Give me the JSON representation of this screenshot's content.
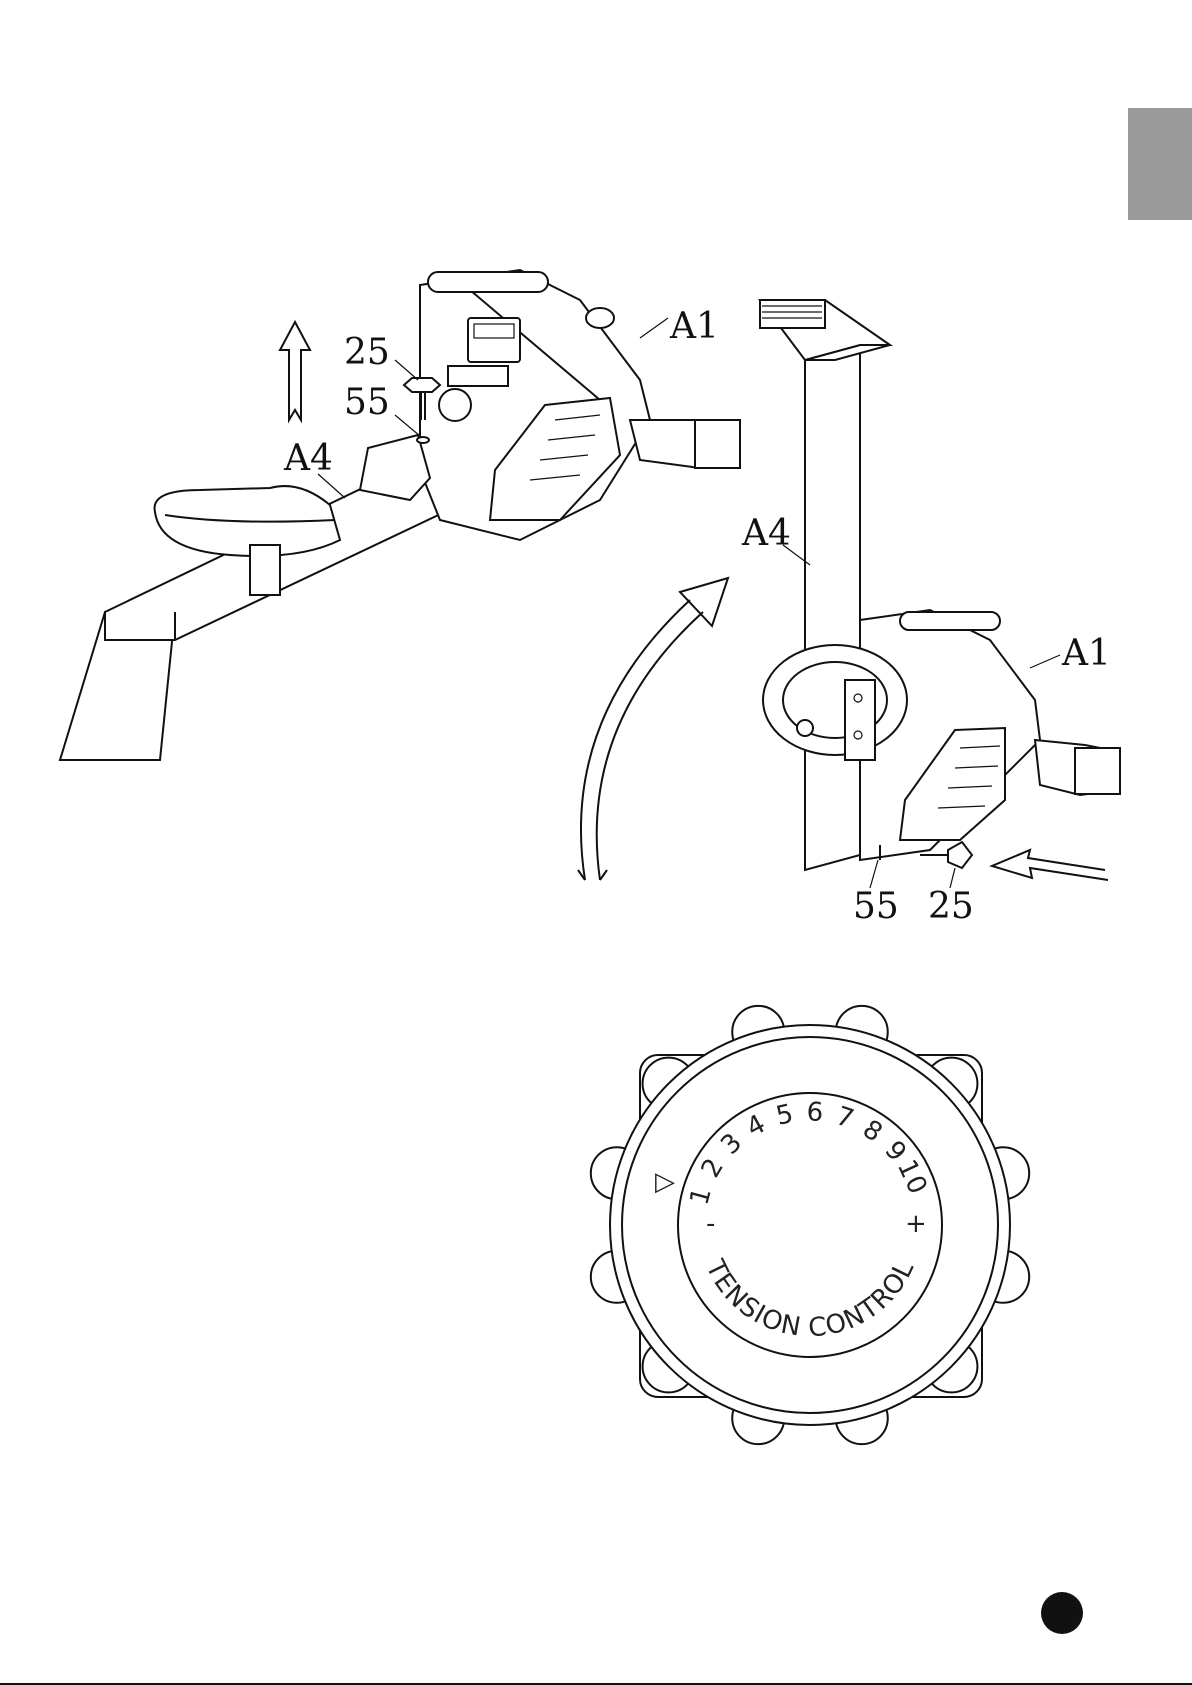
{
  "page": {
    "side_tab_color": "#9a9a9a",
    "page_badge_color": "#111111"
  },
  "step_left": {
    "labels": {
      "bolt": "25",
      "washer": "55",
      "main_frame": "A1",
      "rail": "A4"
    },
    "arrow_direction": "up"
  },
  "step_right": {
    "labels": {
      "rail": "A4",
      "main_frame": "A1",
      "washer": "55",
      "bolt": "25"
    },
    "arrow_direction": "left"
  },
  "tension_dial": {
    "pointer": "▷",
    "minus": "-",
    "plus": "+",
    "levels": [
      "1",
      "2",
      "3",
      "4",
      "5",
      "6",
      "7",
      "8",
      "9",
      "10"
    ],
    "caption_left": "TENSION",
    "caption_right": "CONTROL"
  }
}
